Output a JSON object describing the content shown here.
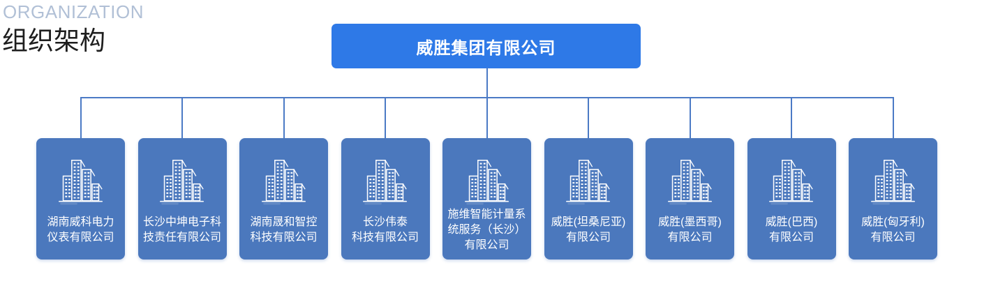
{
  "header": {
    "eyebrow": "ORGANIZATION",
    "title": "组织架构"
  },
  "org_chart": {
    "root": {
      "name": "威胜集团有限公司"
    },
    "children": [
      {
        "name": "湖南威科电力\n仪表有限公司"
      },
      {
        "name": "长沙中坤电子科\n技责任有限公司"
      },
      {
        "name": "湖南晟和智控\n科技有限公司"
      },
      {
        "name": "长沙伟泰\n科技有限公司"
      },
      {
        "name": "施维智能计量系\n统服务（长沙）\n有限公司"
      },
      {
        "name": "威胜(坦桑尼亚)\n有限公司"
      },
      {
        "name": "威胜(墨西哥)\n有限公司"
      },
      {
        "name": "威胜(巴西)\n有限公司"
      },
      {
        "name": "威胜(匈牙利)\n有限公司"
      }
    ],
    "icon": "building-icon",
    "colors": {
      "root_box": "#2e79e7",
      "child_box": "#4b78bd",
      "connector": "#4b7ac5",
      "eyebrow": "#b1c0d6",
      "title": "#1e1e1e",
      "text": "#ffffff"
    }
  }
}
